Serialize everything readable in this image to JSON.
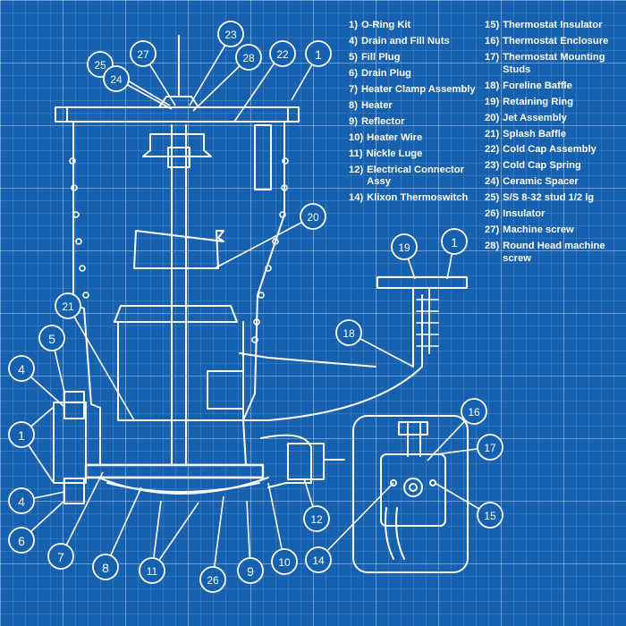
{
  "legend_left": [
    {
      "num": "1)",
      "text": "O-Ring Kit"
    },
    {
      "num": "4)",
      "text": "Drain and Fill Nuts"
    },
    {
      "num": "5)",
      "text": "Fill Plug"
    },
    {
      "num": "6)",
      "text": "Drain Plug"
    },
    {
      "num": "7)",
      "text": "Heater Clamp Assembly"
    },
    {
      "num": "8)",
      "text": "Heater"
    },
    {
      "num": "9)",
      "text": "Reflector"
    },
    {
      "num": "10)",
      "text": "Heater Wire"
    },
    {
      "num": "11)",
      "text": "Nickle Luge"
    },
    {
      "num": "12)",
      "text": "Electrical Connector Assy"
    },
    {
      "num": "14)",
      "text": "Klixon Thermoswitch"
    }
  ],
  "legend_right": [
    {
      "num": "15)",
      "text": "Thermostat Insulator"
    },
    {
      "num": "16)",
      "text": "Thermostat Enclosure"
    },
    {
      "num": "17)",
      "text": "Thermostat Mounting Studs"
    },
    {
      "num": "18)",
      "text": "Foreline Baffle"
    },
    {
      "num": "19)",
      "text": "Retaining Ring"
    },
    {
      "num": "20)",
      "text": "Jet Assembly"
    },
    {
      "num": "21)",
      "text": "Splash Baffle"
    },
    {
      "num": "22)",
      "text": "Cold Cap Assembly"
    },
    {
      "num": "23)",
      "text": "Cold Cap Spring"
    },
    {
      "num": "24)",
      "text": "Ceramic Spacer"
    },
    {
      "num": "25)",
      "text": "S/S 8-32 stud 1/2 lg"
    },
    {
      "num": "26)",
      "text": "Insulator"
    },
    {
      "num": "27)",
      "text": "Machine screw"
    },
    {
      "num": "28)",
      "text": "Round Head machine screw"
    }
  ],
  "callouts": [
    "25",
    "24",
    "27",
    "23",
    "28",
    "22",
    "1",
    "20",
    "21",
    "5",
    "4",
    "1",
    "4",
    "6",
    "7",
    "8",
    "11",
    "26",
    "9",
    "10",
    "12",
    "19",
    "1",
    "18",
    "16",
    "17",
    "14",
    "15"
  ]
}
